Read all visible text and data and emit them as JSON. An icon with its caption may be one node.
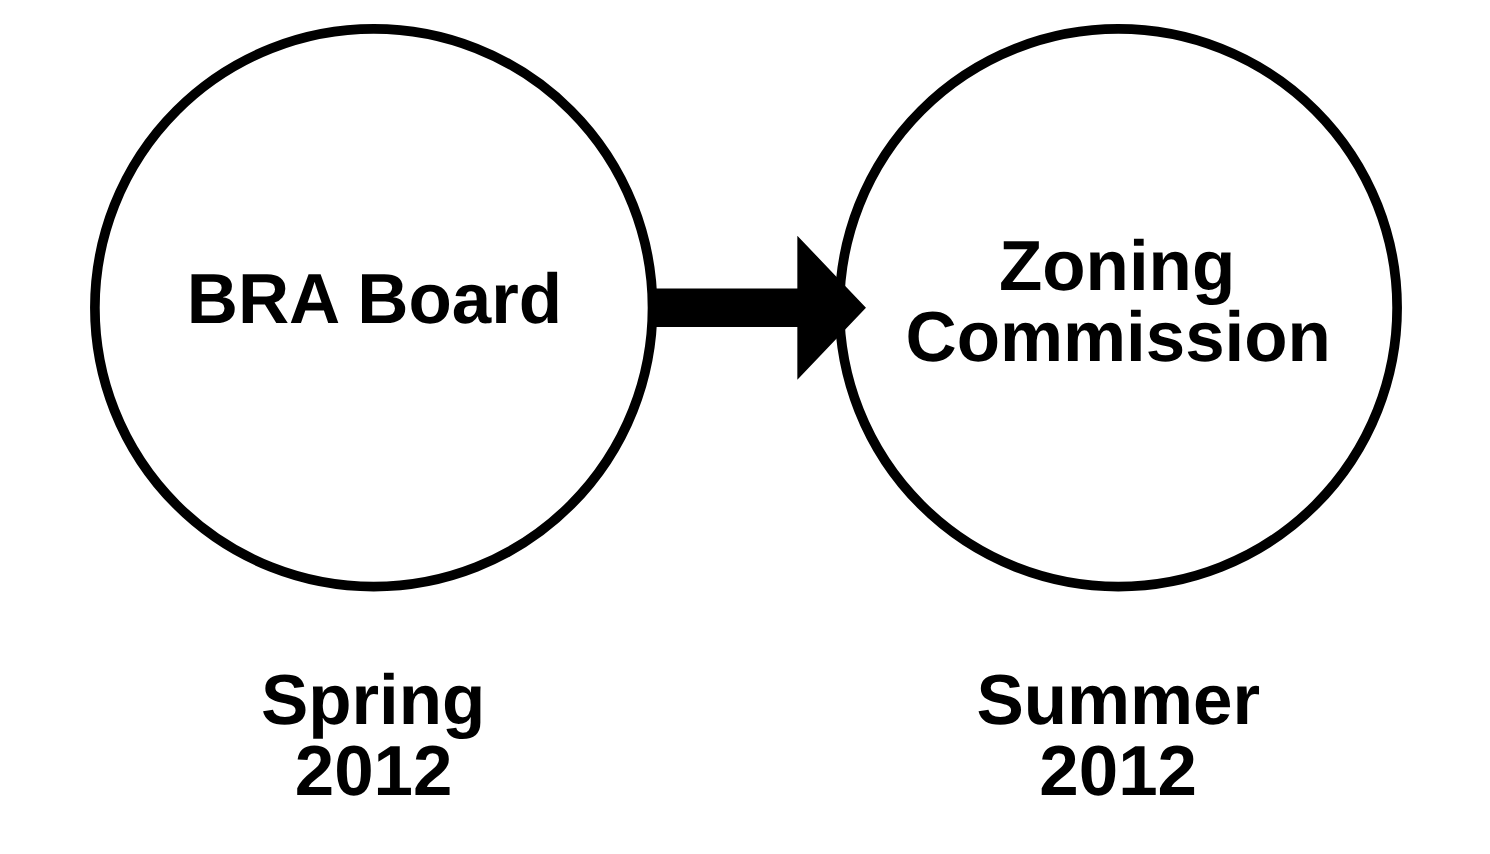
{
  "diagram": {
    "nodes": [
      {
        "text": [
          "BRA Board"
        ],
        "beside": [
          "Spring 2012"
        ]
      },
      {
        "text": [
          "Zoning Commission"
        ],
        "beside": [
          "Summer 2012"
        ]
      }
    ],
    "edges": [
      {
        "from": 0,
        "to": 1,
        "arrow": "to"
      }
    ]
  }
}
